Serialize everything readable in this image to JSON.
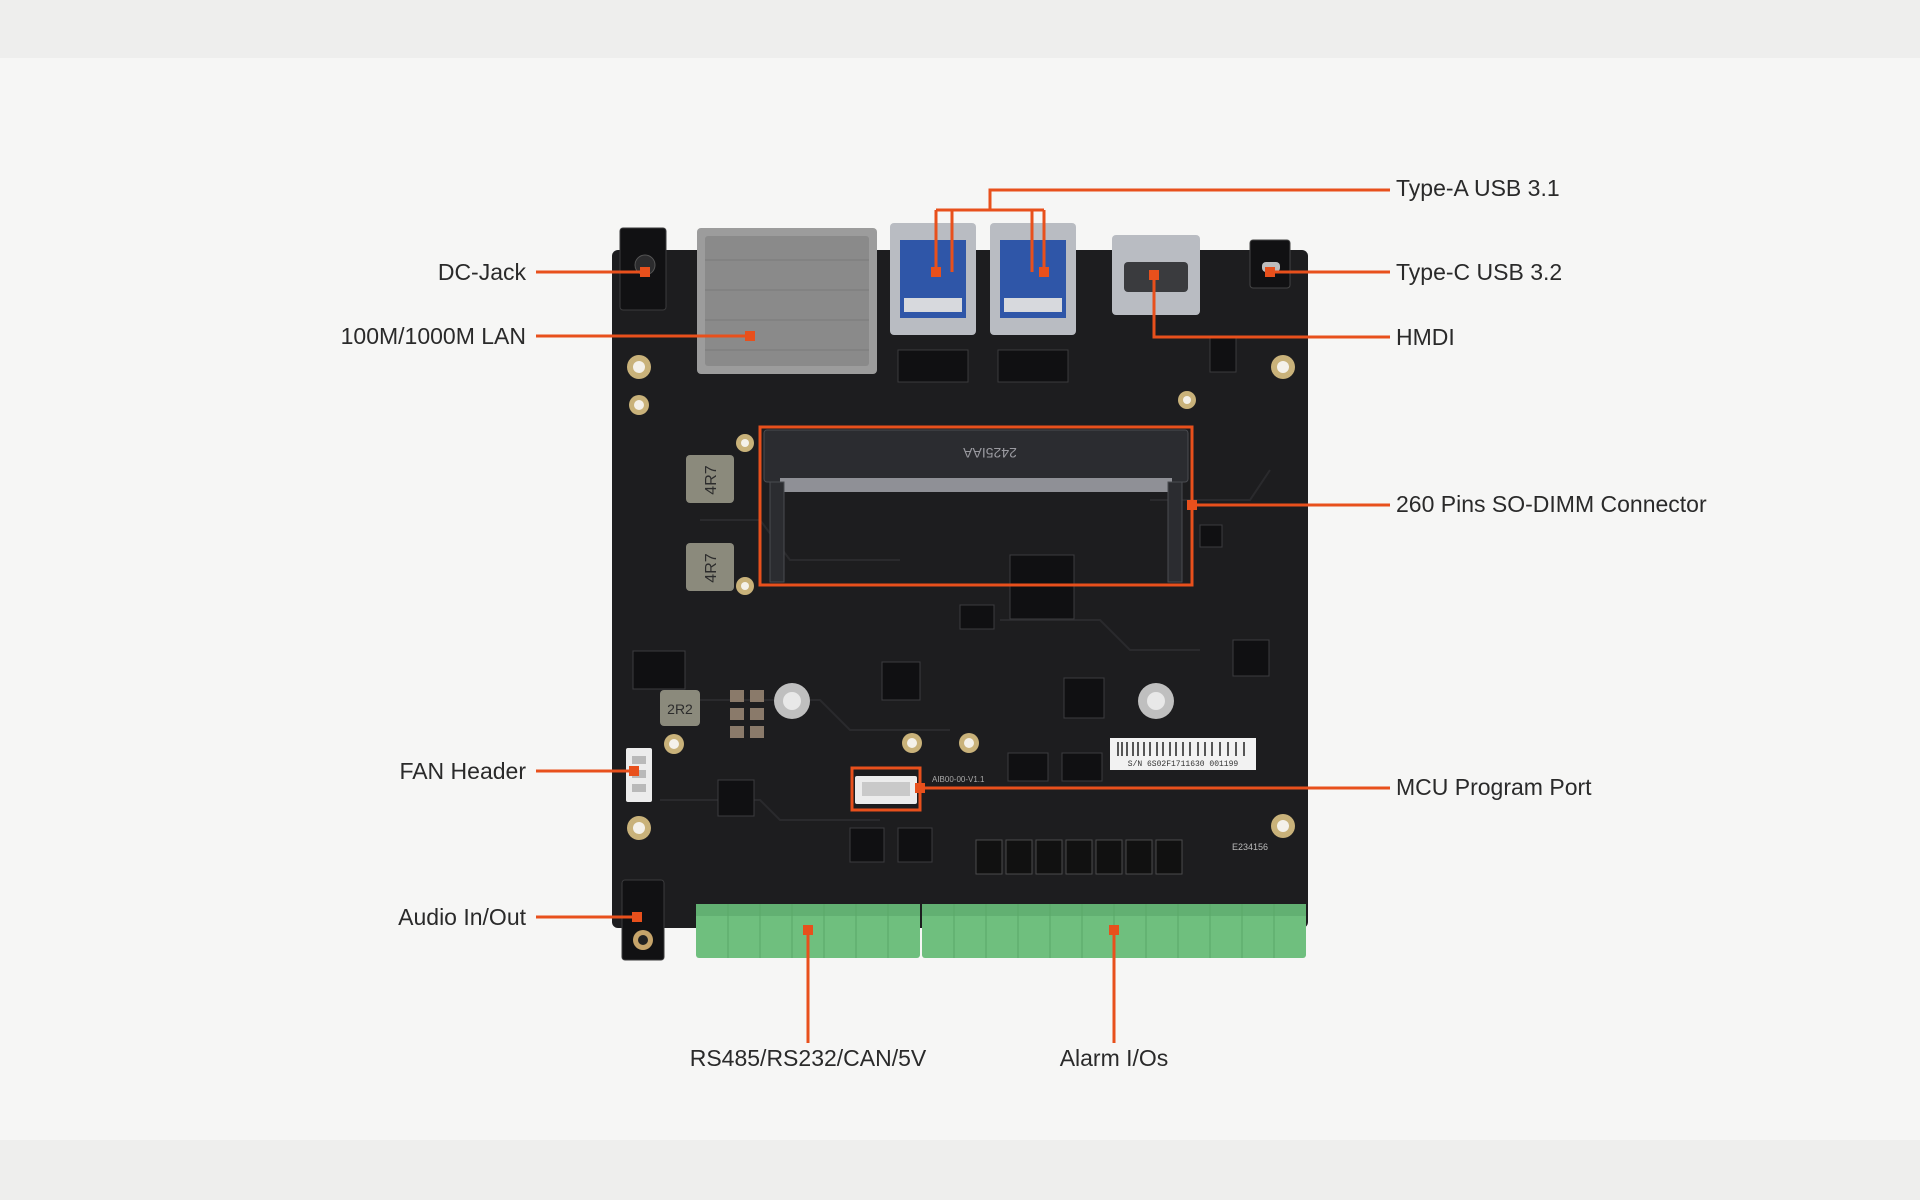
{
  "colors": {
    "accent": "#e8501c",
    "background": "#f6f6f5",
    "board": "#1d1d1f",
    "terminal": "#6fbf7e",
    "text": "#2a2a2a"
  },
  "callouts": {
    "dc_jack": "DC-Jack",
    "lan": "100M/1000M LAN",
    "fan_header": "FAN Header",
    "audio": "Audio In/Out",
    "usb_a": "Type-A USB 3.1",
    "usb_c": "Type-C USB 3.2",
    "hdmi": "HMDI",
    "sodimm": "260 Pins SO-DIMM Connector",
    "mcu_port": "MCU Program Port",
    "rs485": "RS485/RS232/CAN/5V",
    "alarm": "Alarm I/Os"
  },
  "board_markings": {
    "inductor_1": "4R7",
    "inductor_2": "4R7",
    "inductor_3": "2R2",
    "serial_label": "S/N 6S02F1711630 001199",
    "sodimm_text": "2425IAA",
    "cert_text": "E234156",
    "mcu_text": "AIB00-00-V1.1"
  }
}
